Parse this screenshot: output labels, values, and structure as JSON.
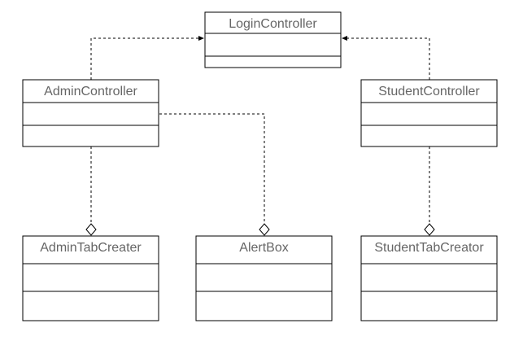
{
  "classes": {
    "login_controller": "LoginController",
    "admin_controller": "AdminController",
    "student_controller": "StudentController",
    "admin_tab_creater": "AdminTabCreater",
    "alert_box": "AlertBox",
    "student_tab_creator": "StudentTabCreator"
  },
  "relationships": [
    {
      "from": "AdminController",
      "to": "LoginController",
      "kind": "dependency"
    },
    {
      "from": "StudentController",
      "to": "LoginController",
      "kind": "dependency"
    },
    {
      "from": "AdminController",
      "to": "AdminTabCreater",
      "kind": "aggregation"
    },
    {
      "from": "AdminController",
      "to": "AlertBox",
      "kind": "aggregation"
    },
    {
      "from": "StudentController",
      "to": "StudentTabCreator",
      "kind": "aggregation"
    }
  ]
}
